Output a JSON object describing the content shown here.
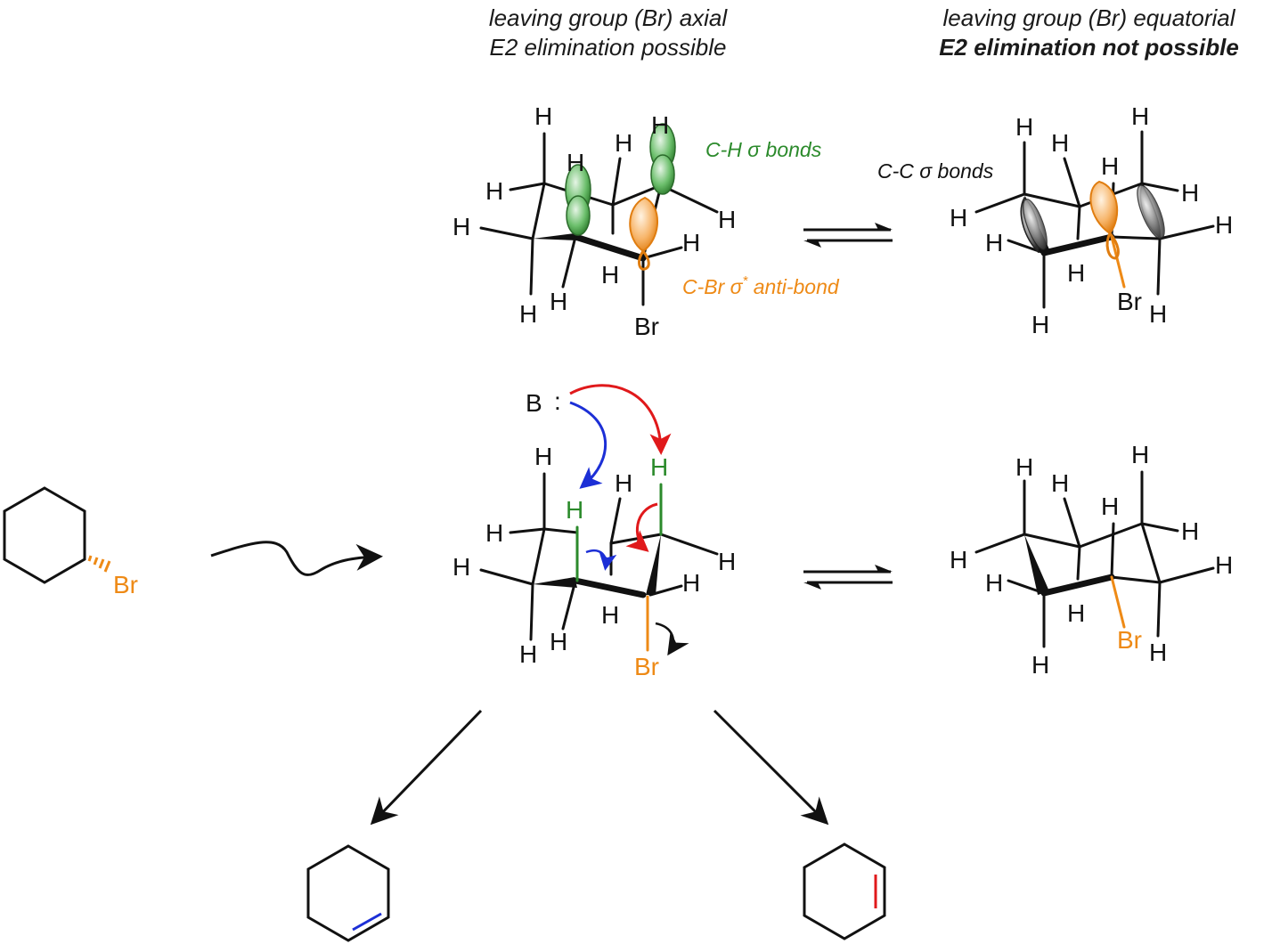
{
  "header_axial": {
    "line1": "leaving group (Br) axial",
    "line2": "E2 elimination possible"
  },
  "header_equatorial": {
    "line1": "leaving group (Br) equatorial",
    "line2": "E2 elimination not possible"
  },
  "labels": {
    "ch_sigma": "C-H σ bonds",
    "cbr_sigma_star_prefix": "C-Br σ",
    "cbr_sigma_star_sup": "*",
    "cbr_sigma_star_suffix": " anti-bond",
    "cc_sigma": "C-C σ bonds"
  },
  "atoms": {
    "hydrogen": "H",
    "bromine": "Br",
    "base": "B",
    "lone_pair": ":"
  },
  "colors": {
    "bromine": "#ee8a16",
    "green_orbital": "#2b8a2b",
    "arrow_red": "#e0191b",
    "arrow_blue": "#1c2fd6",
    "bond": "#111111"
  }
}
